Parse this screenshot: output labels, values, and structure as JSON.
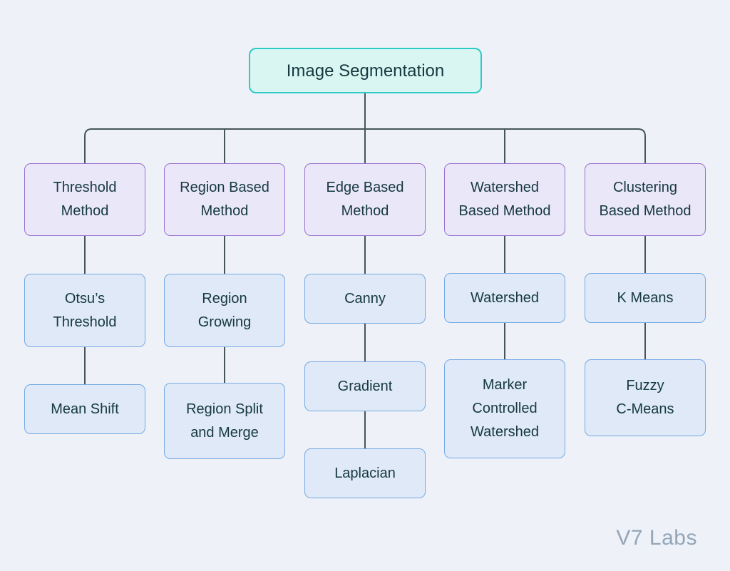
{
  "diagram": {
    "title": "Image Segmentation",
    "root": {
      "label": "Image Segmentation"
    },
    "branches": [
      {
        "method": "Threshold\nMethod",
        "children": [
          "Otsu’s\nThreshold",
          "Mean Shift"
        ]
      },
      {
        "method": "Region Based\nMethod",
        "children": [
          "Region\nGrowing",
          "Region Split\nand Merge"
        ]
      },
      {
        "method": "Edge Based\nMethod",
        "children": [
          "Canny",
          "Gradient",
          "Laplacian"
        ]
      },
      {
        "method": "Watershed\nBased Method",
        "children": [
          "Watershed",
          "Marker\nControlled\nWatershed"
        ]
      },
      {
        "method": "Clustering\nBased Method",
        "children": [
          "K Means",
          "Fuzzy\nC-Means"
        ]
      }
    ],
    "watermark": "V7 Labs",
    "colors": {
      "background": "#eef2f8",
      "root_fill": "#d9f6f3",
      "root_border": "#2ecac6",
      "method_fill": "#eae7f9",
      "method_border": "#9a70d1",
      "leaf_fill": "#dfe9f7",
      "leaf_border": "#77aae3",
      "connector": "#46555c",
      "text": "#16393f",
      "watermark_text": "#94a5b7"
    }
  }
}
